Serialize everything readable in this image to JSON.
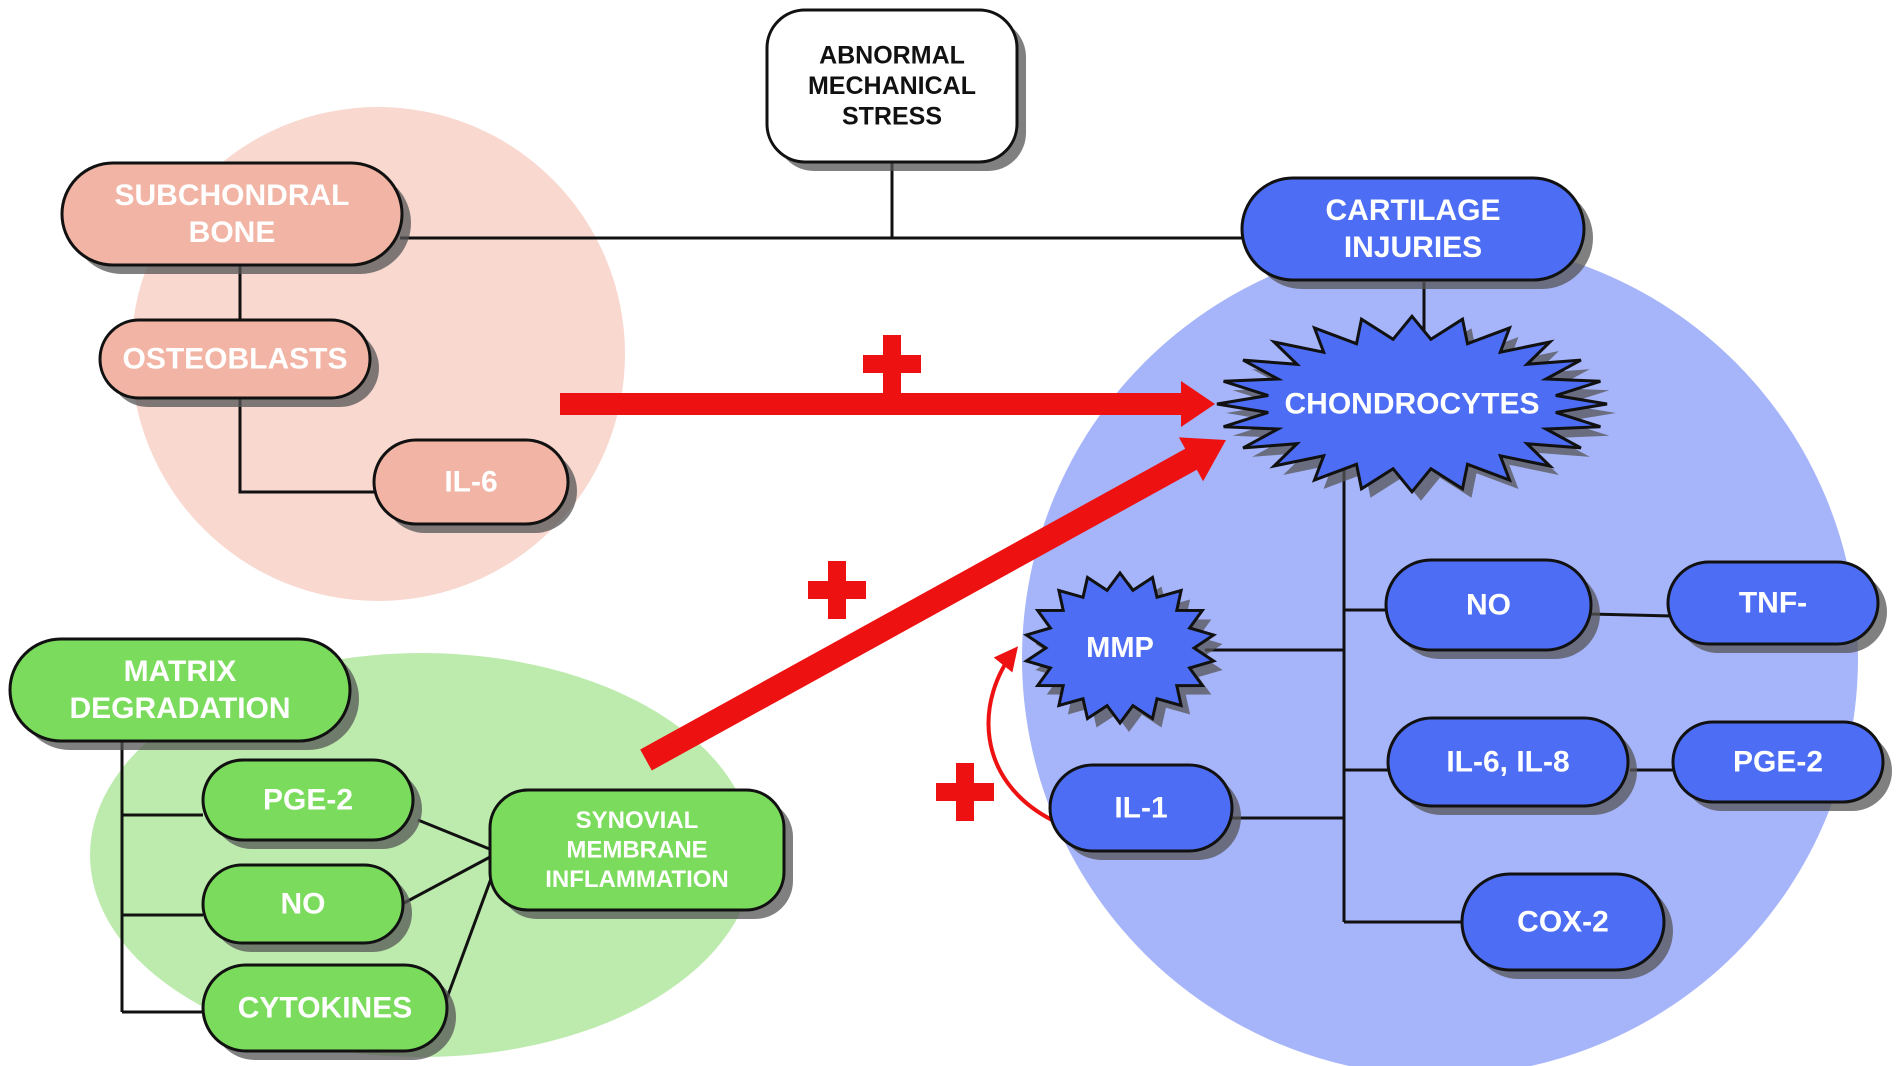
{
  "colors": {
    "bone_fill": "#f2b5a5",
    "bone_zone": "#f8d8cf",
    "cartilage_fill": "#4d6df4",
    "cartilage_zone": "#a6b5fa",
    "synovial_fill": "#7bdb5c",
    "synovial_zone": "#bdebad",
    "arrow_red": "#ee1111",
    "outline": "#111111",
    "shadow": "#555555"
  },
  "nodes": {
    "stress": [
      "ABNORMAL",
      "MECHANICAL",
      "STRESS"
    ],
    "subchondral_bone": [
      "SUBCHONDRAL",
      "BONE"
    ],
    "osteoblasts": [
      "OSTEOBLASTS"
    ],
    "il6_bone": [
      "IL-6"
    ],
    "cartilage_injuries": [
      "CARTILAGE",
      "INJURIES"
    ],
    "chondrocytes": [
      "CHONDROCYTES"
    ],
    "mmp": [
      "MMP"
    ],
    "no_cartilage": [
      "NO"
    ],
    "tnf": [
      "TNF-"
    ],
    "il6_il8": [
      "IL-6, IL-8"
    ],
    "pge2_cartilage": [
      "PGE-2"
    ],
    "il1": [
      "IL-1"
    ],
    "cox2": [
      "COX-2"
    ],
    "matrix_degradation": [
      "MATRIX",
      "DEGRADATION"
    ],
    "pge2_synovial": [
      "PGE-2"
    ],
    "no_synovial": [
      "NO"
    ],
    "cytokines": [
      "CYTOKINES"
    ],
    "synovial_inflammation": [
      "SYNOVIAL",
      "MEMBRANE",
      "INFLAMMATION"
    ]
  }
}
